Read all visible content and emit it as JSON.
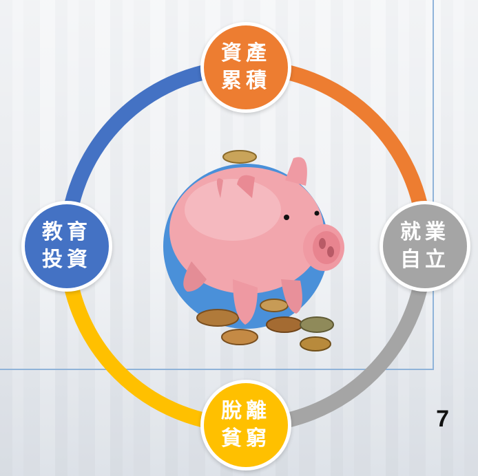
{
  "slide": {
    "page_number": "7"
  },
  "cycle": {
    "nodes": [
      {
        "id": "asset",
        "line1": "資產",
        "line2": "累積",
        "color": "#ED7D31"
      },
      {
        "id": "employment",
        "line1": "就業",
        "line2": "自立",
        "color": "#A5A5A5"
      },
      {
        "id": "poverty",
        "line1": "脫離",
        "line2": "貧窮",
        "color": "#FFC000"
      },
      {
        "id": "education",
        "line1": "教育",
        "line2": "投資",
        "color": "#4472C4"
      }
    ],
    "arc_colors": [
      "#ED7D31",
      "#A5A5A5",
      "#FFC000",
      "#4472C4"
    ],
    "center_image": "piggy-bank-with-coins"
  }
}
